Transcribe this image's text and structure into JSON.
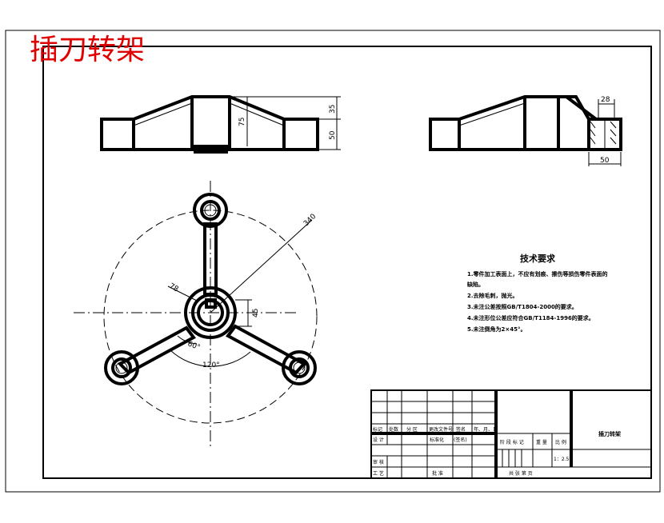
{
  "drawing": {
    "title": "插刀转架"
  },
  "dimensions": {
    "front_height_total": "75",
    "front_right_upper": "35",
    "front_right_lower": "50",
    "side_top_width": "28",
    "side_bottom_width": "50",
    "plan_diameter": "340",
    "plan_boss": "78",
    "plan_key": "45",
    "plan_angle_small": "60°",
    "plan_angle_large": "120°"
  },
  "tech_requirements": {
    "heading": "技术要求",
    "items": [
      "1.零件加工表面上，不应有划痕、擦伤等损伤零件表面的",
      "缺陷。",
      "2.去除毛刺，抛光。",
      "3.未注公差按照GB/T1804-2000的要求。",
      "4.未注形位公差应符合GB/T1184-1996的要求。",
      "5.未注倒角为2×45°。"
    ]
  },
  "title_block": {
    "col_mark": "标记",
    "col_count": "处数",
    "col_zone": "分 区",
    "col_docno": "更改文件号",
    "col_sign": "签名",
    "col_date": "年、月、日",
    "design": "设 计",
    "standardize": "标准化",
    "sign_note": "(签名)",
    "stage_mark": "阶 段 标 记",
    "weight": "重 量",
    "scale": "比 例",
    "scale_value": "1：2.5",
    "review": "审 核",
    "process": "工 艺",
    "approve": "批 准",
    "sheets": "共    张    第    页",
    "part_name": "插刀转架"
  }
}
